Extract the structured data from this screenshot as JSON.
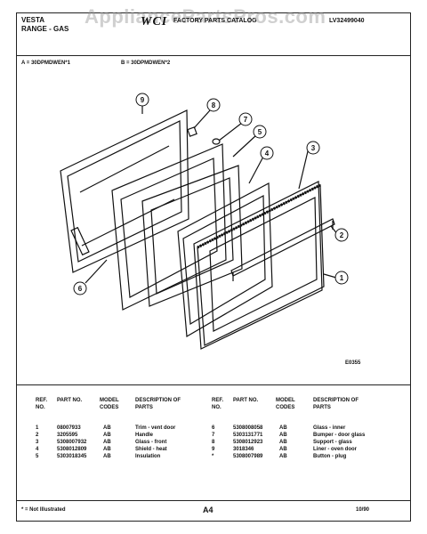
{
  "header": {
    "brand_lines": [
      "VESTA",
      "RANGE - GAS"
    ],
    "catalog_title": "FACTORY PARTS CATALOG",
    "catalog_code": "LV32499040",
    "watermark": "AppliancePartsPros.com"
  },
  "models": {
    "a": "A = 30DPMDWEN*1",
    "b": "B = 30DPMDWEN*2"
  },
  "diagram": {
    "callouts": [
      "9",
      "8",
      "7",
      "5",
      "3",
      "4",
      "2",
      "1",
      "6"
    ],
    "code": "E0355"
  },
  "table": {
    "headers": {
      "ref": "REF. NO.",
      "part": "PART NO.",
      "model": "MODEL CODES",
      "desc": "DESCRIPTION OF PARTS"
    },
    "left_rows": [
      {
        "ref": "1",
        "part": "08007933",
        "model": "AB",
        "desc": "Trim - vent door"
      },
      {
        "ref": "2",
        "part": "3205595",
        "model": "AB",
        "desc": "Handle"
      },
      {
        "ref": "3",
        "part": "5308007932",
        "model": "AB",
        "desc": "Glass - front"
      },
      {
        "ref": "4",
        "part": "5308012809",
        "model": "AB",
        "desc": "Shield - heat"
      },
      {
        "ref": "5",
        "part": "5303018345",
        "model": "AB",
        "desc": "Insulation"
      }
    ],
    "right_rows": [
      {
        "ref": "6",
        "part": "5308008058",
        "model": "AB",
        "desc": "Glass - inner"
      },
      {
        "ref": "7",
        "part": "5303131771",
        "model": "AB",
        "desc": "Bumper - door glass"
      },
      {
        "ref": "8",
        "part": "5308012923",
        "model": "AB",
        "desc": "Support - glass"
      },
      {
        "ref": "9",
        "part": "3018346",
        "model": "AB",
        "desc": "Liner - oven door"
      },
      {
        "ref": "*",
        "part": "5308007989",
        "model": "AB",
        "desc": "Button - plug"
      }
    ]
  },
  "footer": {
    "note": "* = Not Illustrated",
    "page": "A4",
    "date": "10/90"
  }
}
